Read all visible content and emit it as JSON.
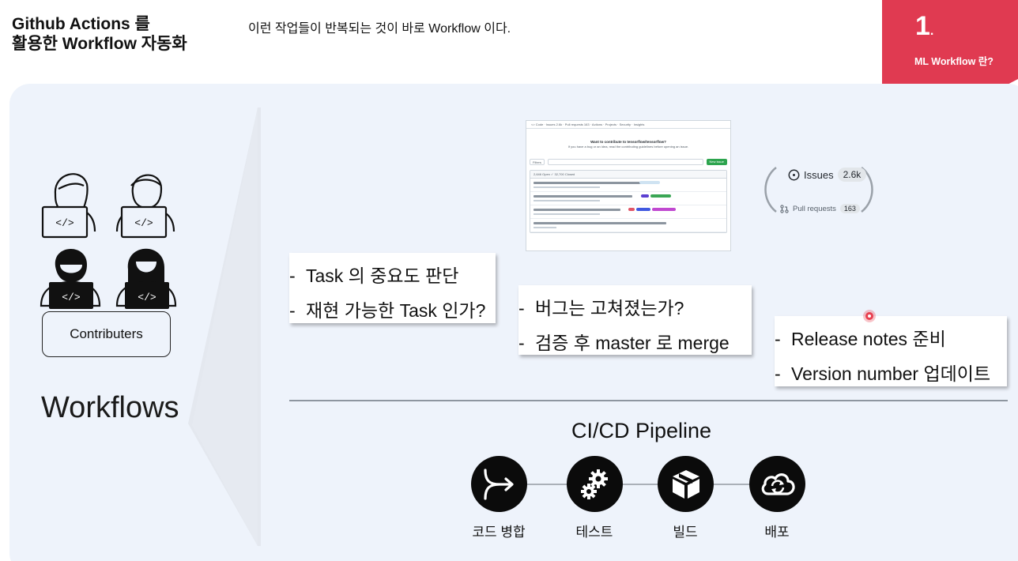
{
  "header": {
    "title_line1": "Github Actions 를",
    "title_line2": "활용한 Workflow 자동화",
    "subtitle": "이런 작업들이 반복되는 것이 바로 Workflow 이다."
  },
  "corner_badge": {
    "number": "1",
    "dot": ".",
    "label": "ML Workflow 란?",
    "color": "#e03a51"
  },
  "left": {
    "contributers_label": "Contributers",
    "workflows_label": "Workflows"
  },
  "github_screenshot": {
    "tabs": "<> Code · Issues 2.6k · Pull requests 163 · Actions · Projects · Security · Insights",
    "banner_title": "Want to contribute to tensorflow/tensorflow?",
    "banner_text": "If you have a bug or an idea, read the contributing guidelines before opening an issue.",
    "filters_label": "Filters",
    "new_issue_label": "New issue",
    "list_header": "2,646 Open ✓ 32,700 Closed"
  },
  "issues_widget": {
    "issues_label": "Issues",
    "issues_count": "2.6k",
    "pull_requests_label": "Pull requests",
    "pull_requests_count": "163"
  },
  "notes": {
    "note1": {
      "dash": "-",
      "line1": "Task 의 중요도 판단",
      "line2": "재현 가능한 Task 인가?"
    },
    "note2": {
      "dash": "-",
      "line1": "버그는 고쳐졌는가?",
      "line2": "검증 후 master 로 merge"
    },
    "note3": {
      "dash": "-",
      "line1": "Release notes 준비",
      "line2": "Version number 업데이트"
    }
  },
  "pipeline": {
    "title": "CI/CD Pipeline",
    "stages": [
      {
        "label": "코드 병합",
        "icon": "merge-icon"
      },
      {
        "label": "테스트",
        "icon": "gears-icon"
      },
      {
        "label": "빌드",
        "icon": "package-icon"
      },
      {
        "label": "배포",
        "icon": "cloud-sync-icon"
      }
    ]
  },
  "colors": {
    "accent": "#e03a51",
    "panel_bg": "#eef3fb",
    "stage_circle": "#0b0b0b"
  }
}
